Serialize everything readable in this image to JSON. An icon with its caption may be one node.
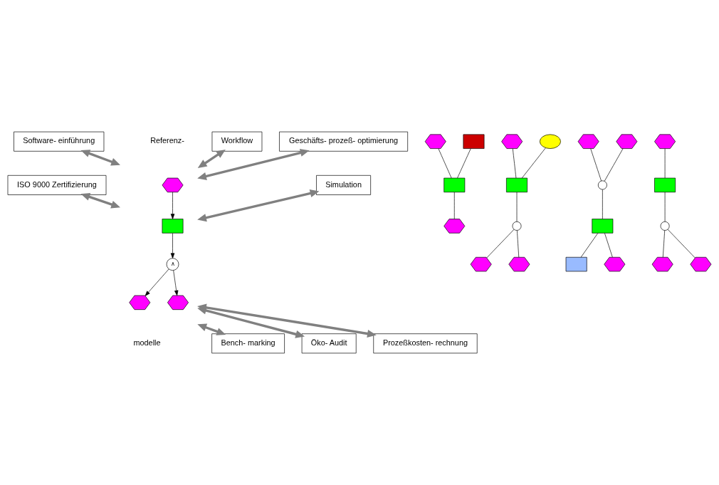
{
  "diagram": {
    "nodes": [
      {
        "text": [
          "Software- einführung"
        ]
      },
      {
        "text": [
          "Workflow"
        ]
      },
      {
        "text": [
          "Geschäfts- prozeß- optimierung"
        ]
      },
      {
        "text": [
          "ISO 9000 Zertifizierung"
        ]
      },
      {
        "text": [
          "Referenz-",
          "modelle"
        ]
      },
      {
        "text": [],
        "shape": "hexagon",
        "in": 4
      },
      {
        "text": [],
        "shape": "box",
        "in": 4
      },
      {
        "text": [
          "∧"
        ],
        "in": 4
      },
      {
        "text": [],
        "shape": "hexagon",
        "in": 4
      },
      {
        "text": [],
        "shape": "hexagon",
        "in": 4
      },
      {
        "text": [
          "Simulation"
        ]
      },
      {
        "text": [
          "Öko- Audit"
        ]
      },
      {
        "text": [
          "Bench- marking"
        ]
      },
      {
        "text": [
          "Prozeßkosten- rechnung"
        ]
      },
      {
        "text": [],
        "shape": "box"
      },
      {
        "text": [],
        "shape": "hexagon"
      },
      {
        "text": [],
        "shape": "box"
      },
      {
        "text": [],
        "shape": "hexagon"
      },
      {
        "text": [],
        "shape": "ellipse"
      },
      {
        "text": [],
        "shape": "hexagon"
      },
      {
        "text": [],
        "shape": "box"
      },
      {
        "text": [],
        "shape": "circle"
      },
      {
        "text": [],
        "shape": "hexagon"
      },
      {
        "text": [],
        "shape": "hexagon"
      },
      {
        "text": [],
        "shape": "hexagon"
      },
      {
        "text": [],
        "shape": "hexagon"
      },
      {
        "text": [],
        "shape": "circle"
      },
      {
        "text": [],
        "shape": "box"
      },
      {
        "text": [],
        "shape": "hexagon"
      },
      {
        "text": [],
        "shape": "box"
      },
      {
        "text": [],
        "shape": "hexagon"
      },
      {
        "text": [],
        "shape": "box"
      },
      {
        "text": [],
        "shape": "circle"
      },
      {
        "text": [],
        "shape": "hexagon"
      },
      {
        "text": [],
        "shape": "hexagon"
      }
    ],
    "edges": [
      {
        "from": 0,
        "to": 4,
        "arrow": "both",
        "style": "thick",
        "color": "#808080"
      },
      {
        "from": 1,
        "to": 4,
        "arrow": "both",
        "style": "thick",
        "color": "#808080"
      },
      {
        "from": 2,
        "to": 4,
        "arrow": "both",
        "style": "thick",
        "color": "#808080"
      },
      {
        "from": 3,
        "to": 4,
        "arrow": "both",
        "style": "thick",
        "color": "#808080"
      },
      {
        "from": 4,
        "to": 10,
        "arrow": "both",
        "style": "thick",
        "color": "#808080"
      },
      {
        "from": 4,
        "to": 11,
        "arrow": "both",
        "style": "thick",
        "color": "#808080"
      },
      {
        "from": 4,
        "to": 13,
        "arrow": "both",
        "style": "thick",
        "color": "#808080"
      },
      {
        "from": 4,
        "to": 12,
        "arrow": "both",
        "style": "thick",
        "color": "#808080"
      },
      {
        "from": 5,
        "to": 6,
        "arrow": "to"
      },
      {
        "from": 6,
        "to": 7,
        "arrow": "to"
      },
      {
        "from": 7,
        "to": 8,
        "arrow": "to"
      },
      {
        "from": 7,
        "to": 9,
        "arrow": "to"
      },
      {
        "from": 14,
        "to": 16,
        "arrow": "none"
      },
      {
        "from": 15,
        "to": 16,
        "arrow": "none"
      },
      {
        "from": 16,
        "to": 17,
        "arrow": "none"
      },
      {
        "from": 18,
        "to": 20,
        "arrow": "none"
      },
      {
        "from": 19,
        "to": 20,
        "arrow": "none"
      },
      {
        "from": 20,
        "to": 21,
        "arrow": "none"
      },
      {
        "from": 21,
        "to": 22,
        "arrow": "none"
      },
      {
        "from": 21,
        "to": 23,
        "arrow": "none"
      },
      {
        "from": 24,
        "to": 26,
        "arrow": "none"
      },
      {
        "from": 25,
        "to": 26,
        "arrow": "none"
      },
      {
        "from": 26,
        "to": 27,
        "arrow": "none"
      },
      {
        "from": 27,
        "to": 28,
        "arrow": "none"
      },
      {
        "from": 27,
        "to": 29,
        "arrow": "none"
      },
      {
        "from": 30,
        "to": 31,
        "arrow": "none"
      },
      {
        "from": 31,
        "to": 32,
        "arrow": "none"
      },
      {
        "from": 32,
        "to": 33,
        "arrow": "none"
      },
      {
        "from": 32,
        "to": 34,
        "arrow": "none"
      }
    ]
  }
}
